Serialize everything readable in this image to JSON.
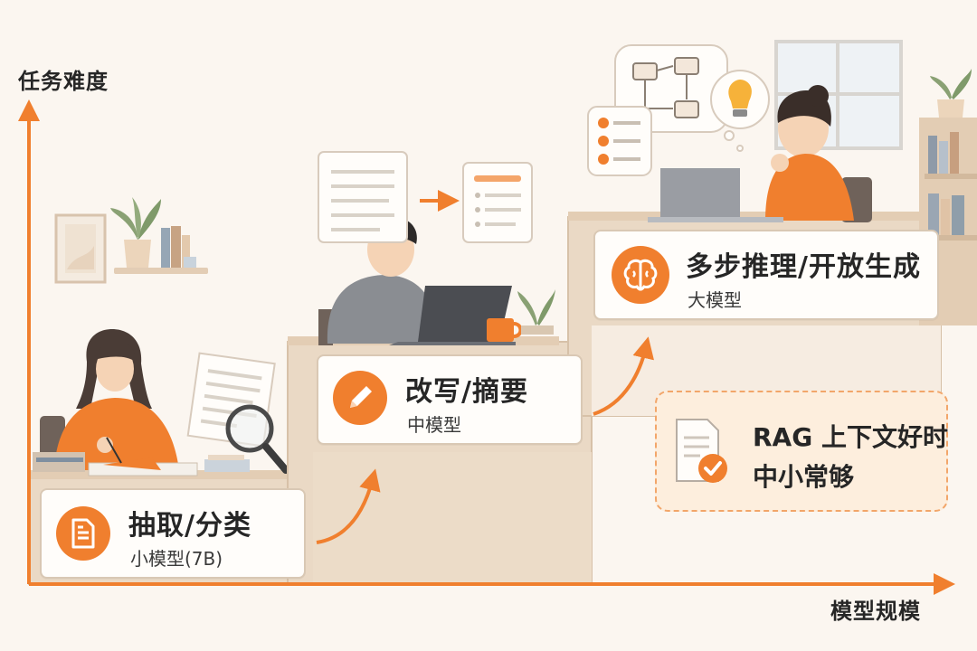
{
  "axes": {
    "y_label": "任务难度",
    "x_label": "模型规模"
  },
  "steps": [
    {
      "title": "抽取/分类",
      "subtitle": "小模型(7B)",
      "icon": "document-icon"
    },
    {
      "title": "改写/摘要",
      "subtitle": "中模型",
      "icon": "pencil-icon"
    },
    {
      "title": "多步推理/开放生成",
      "subtitle": "大模型",
      "icon": "brain-icon"
    }
  ],
  "note": {
    "line1": "RAG 上下文好时",
    "line2": "中小常够",
    "icon": "document-check-icon"
  },
  "colors": {
    "accent": "#f07f2e",
    "background": "#fbf6f0",
    "step_wood": "#ead9c5",
    "card_border": "#d9c8b4",
    "note_fill": "#fdeedd",
    "note_border": "#f2a66a"
  }
}
